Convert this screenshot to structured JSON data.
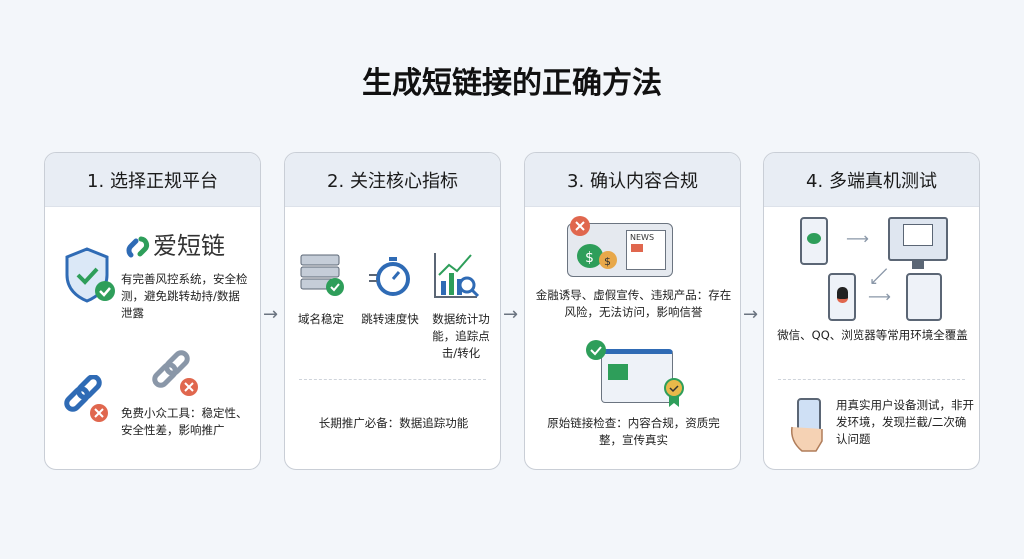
{
  "title": "生成短链接的正确方法",
  "cards": [
    {
      "header": "1. 选择正规平台",
      "brand": "爱短链",
      "good_text": "有完善风控系统，安全检测，避免跳转劫持/数据泄露",
      "bad_text": "免费小众工具：稳定性、安全性差，影响推广"
    },
    {
      "header": "2. 关注核心指标",
      "metrics": [
        "域名稳定",
        "跳转速度快",
        "数据统计功能，追踪点击/转化"
      ],
      "footer": "长期推广必备：数据追踪功能"
    },
    {
      "header": "3. 确认内容合规",
      "news_label": "NEWS",
      "bad_text": "金融诱导、虚假宣传、违规产品：存在风险，无法访问，影响信誉",
      "good_text": "原始链接检查：内容合规，资质完整，宣传真实"
    },
    {
      "header": "4. 多端真机测试",
      "env_text": "微信、QQ、浏览器等常用环境全覆盖",
      "test_text": "用真实用户设备测试，非开发环境，发现拦截/二次确认问题"
    }
  ],
  "colors": {
    "good": "#2e9e5a",
    "bad": "#e0674e",
    "blue": "#2f6bb5"
  }
}
